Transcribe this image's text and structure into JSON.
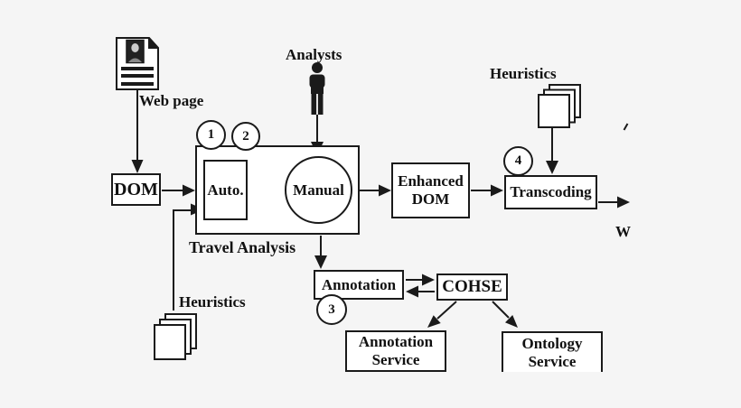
{
  "diagram_title": "Travel analysis and transcoding architecture diagram",
  "colors": {
    "background": "#f5f5f5",
    "stroke": "#1a1a1a",
    "node_fill": "#ffffff",
    "text": "#111111"
  },
  "nodes": {
    "dom": {
      "label": "DOM"
    },
    "auto": {
      "label": "Auto."
    },
    "manual": {
      "label": "Manual"
    },
    "enhanced_dom": {
      "line1": "Enhanced",
      "line2": "DOM"
    },
    "transcoding": {
      "label": "Transcoding"
    },
    "annotation": {
      "label": "Annotation"
    },
    "cohse": {
      "label": "COHSE"
    },
    "annotation_service": {
      "line1": "Annotation",
      "line2": "Service"
    },
    "ontology_service": {
      "line1": "Ontology",
      "line2": "Service"
    }
  },
  "captions": {
    "travel_analysis": "Travel Analysis",
    "web_page": "Web page",
    "analysts": "Analysts",
    "heuristics_top": "Heuristics",
    "heuristics_bottom": "Heuristics",
    "w_mark": "W"
  },
  "step_badges": {
    "step1": "1",
    "step2": "2",
    "step3": "3",
    "step4": "4"
  },
  "icons": {
    "web_page": "web-page-document-icon",
    "analysts": "analyst-person-icon",
    "heuristics_top": "heuristics-pages-icon",
    "heuristics_bottom": "heuristics-pages-icon"
  }
}
